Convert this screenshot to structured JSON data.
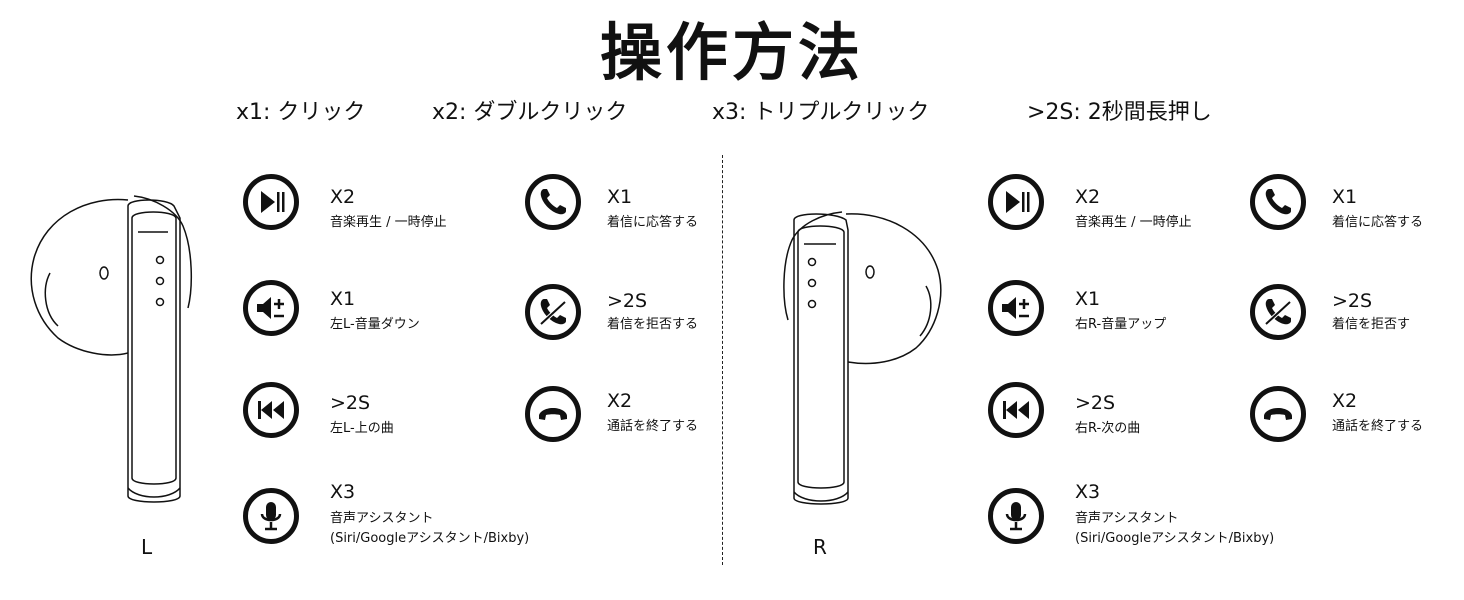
{
  "title": "操作方法",
  "legend": [
    "x1: クリック",
    "x2: ダブルクリック",
    "x3: トリプルクリック",
    ">2S: 2秒間長押し"
  ],
  "left": {
    "side_label": "L",
    "music": [
      {
        "icon": "play-pause-icon",
        "label": "X2",
        "desc": "音楽再生 / 一時停止"
      },
      {
        "icon": "volume-icon",
        "label": "X1",
        "desc": "左L-音量ダウン"
      },
      {
        "icon": "previous-track-icon",
        "label": ">2S",
        "desc": "左L-上の曲"
      },
      {
        "icon": "microphone-icon",
        "label": "X3",
        "desc": "音声アシスタント",
        "desc2": "(Siri/Googleアシスタント/Bixby)"
      }
    ],
    "call": [
      {
        "icon": "phone-icon",
        "label": "X1",
        "desc": "着信に応答する"
      },
      {
        "icon": "phone-reject-icon",
        "label": ">2S",
        "desc": "着信を拒否する"
      },
      {
        "icon": "hang-up-icon",
        "label": "X2",
        "desc": "通話を終了する"
      }
    ]
  },
  "right": {
    "side_label": "R",
    "music": [
      {
        "icon": "play-pause-icon",
        "label": "X2",
        "desc": "音楽再生 / 一時停止"
      },
      {
        "icon": "volume-icon",
        "label": "X1",
        "desc": "右R-音量アップ"
      },
      {
        "icon": "next-track-icon",
        "label": ">2S",
        "desc": "右R-次の曲"
      },
      {
        "icon": "microphone-icon",
        "label": "X3",
        "desc": "音声アシスタント",
        "desc2": "(Siri/Googleアシスタント/Bixby)"
      }
    ],
    "call": [
      {
        "icon": "phone-icon",
        "label": "X1",
        "desc": "着信に応答する"
      },
      {
        "icon": "phone-reject-icon",
        "label": ">2S",
        "desc": "着信を拒否す"
      },
      {
        "icon": "hang-up-icon",
        "label": "X2",
        "desc": "通話を終了する"
      }
    ]
  }
}
